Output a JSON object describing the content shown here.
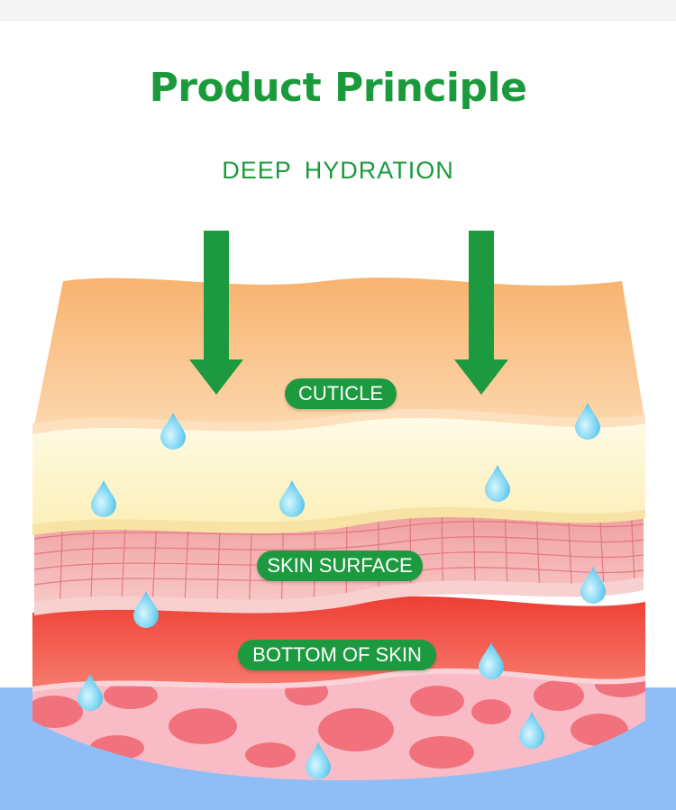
{
  "title": "Product Principle",
  "subtitle": "DEEP HYDRATION",
  "labels": {
    "cuticle": "CUTICLE",
    "skin_surface": "SKIN SURFACE",
    "bottom_of_skin": "BOTTOM OF SKIN"
  },
  "colors": {
    "accent_green": "#1b9a3c",
    "cuticle_layer": "#f8c38d",
    "cream_layer": "#fdf4cc",
    "grid_layer": "#f4b3b3",
    "red_layer": "#f15a4a",
    "pink_layer": "#f9bcc7",
    "background_blue": "#8fbdf6"
  }
}
